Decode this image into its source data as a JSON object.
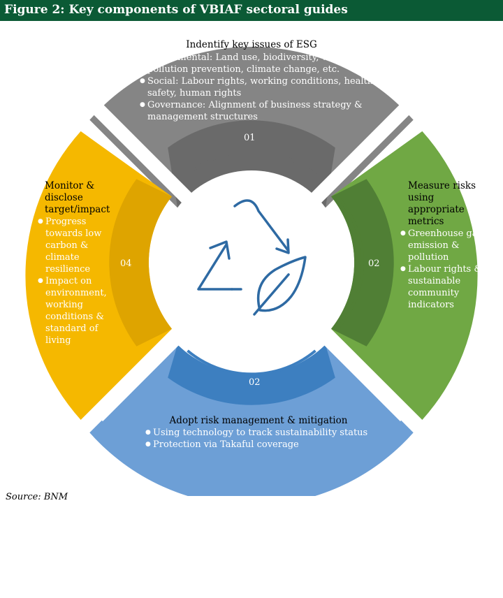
{
  "figure_title": "Figure 2: Key components of VBIAF sectoral guides",
  "source": "Source: BNM",
  "colors": {
    "header": "#0b5a35",
    "segment_1": "#858585",
    "segment_2": "#70a844",
    "segment_3": "#6d9fd6",
    "segment_4": "#f5b800"
  },
  "segments": [
    {
      "number": "01",
      "title": "Indentify key issues of ESG",
      "bullets": [
        "Enviromental: Land use, biodiversity, water, pollution prevention, climate change, etc.",
        "Social: Labour rights, working conditions, health & safety, human rights",
        "Governance: Alignment of business strategy & management structures"
      ]
    },
    {
      "number": "02",
      "title": "Measure risks using appropriate metrics",
      "bullets": [
        "Greenhouse gas emission & pollution",
        "Labour rights & sustainable community indicators"
      ]
    },
    {
      "number": "02",
      "title": "Adopt risk management & mitigation",
      "bullets": [
        "Using technology to track sustainability status",
        "Protection via Takaful coverage"
      ]
    },
    {
      "number": "04",
      "title": "Monitor & disclose target/impact",
      "bullets": [
        "Progress towards low carbon & climate resilience",
        "Impact on environment, working conditions & standard of living"
      ]
    }
  ],
  "center_icon": "recycle-leaf-icon"
}
